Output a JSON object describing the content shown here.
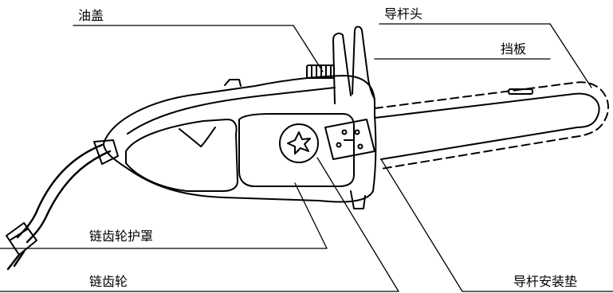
{
  "labels": {
    "oil_cap": "油盖",
    "bar_tip": "导杆头",
    "baffle": "挡板",
    "sprocket_cover": "链齿轮护罩",
    "sprocket": "链齿轮",
    "bar_mounting_pad": "导杆安装垫"
  },
  "colors": {
    "ink": "#000000",
    "paper": "#ffffff"
  }
}
